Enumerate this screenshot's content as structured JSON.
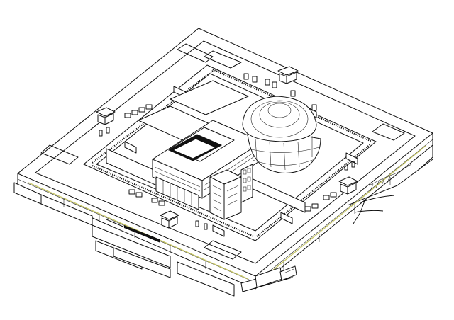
{
  "drawing": {
    "kind": "isometric line drawing",
    "colors": {
      "background": "#ffffff",
      "line": "#111111",
      "roof_block": "#111111",
      "accent_strip": "#c8c86a"
    },
    "elements": [
      "outer-terrace-frame",
      "inner-courtyard",
      "central-block",
      "dome",
      "tower",
      "gallery-rails",
      "small-pavilions"
    ]
  }
}
